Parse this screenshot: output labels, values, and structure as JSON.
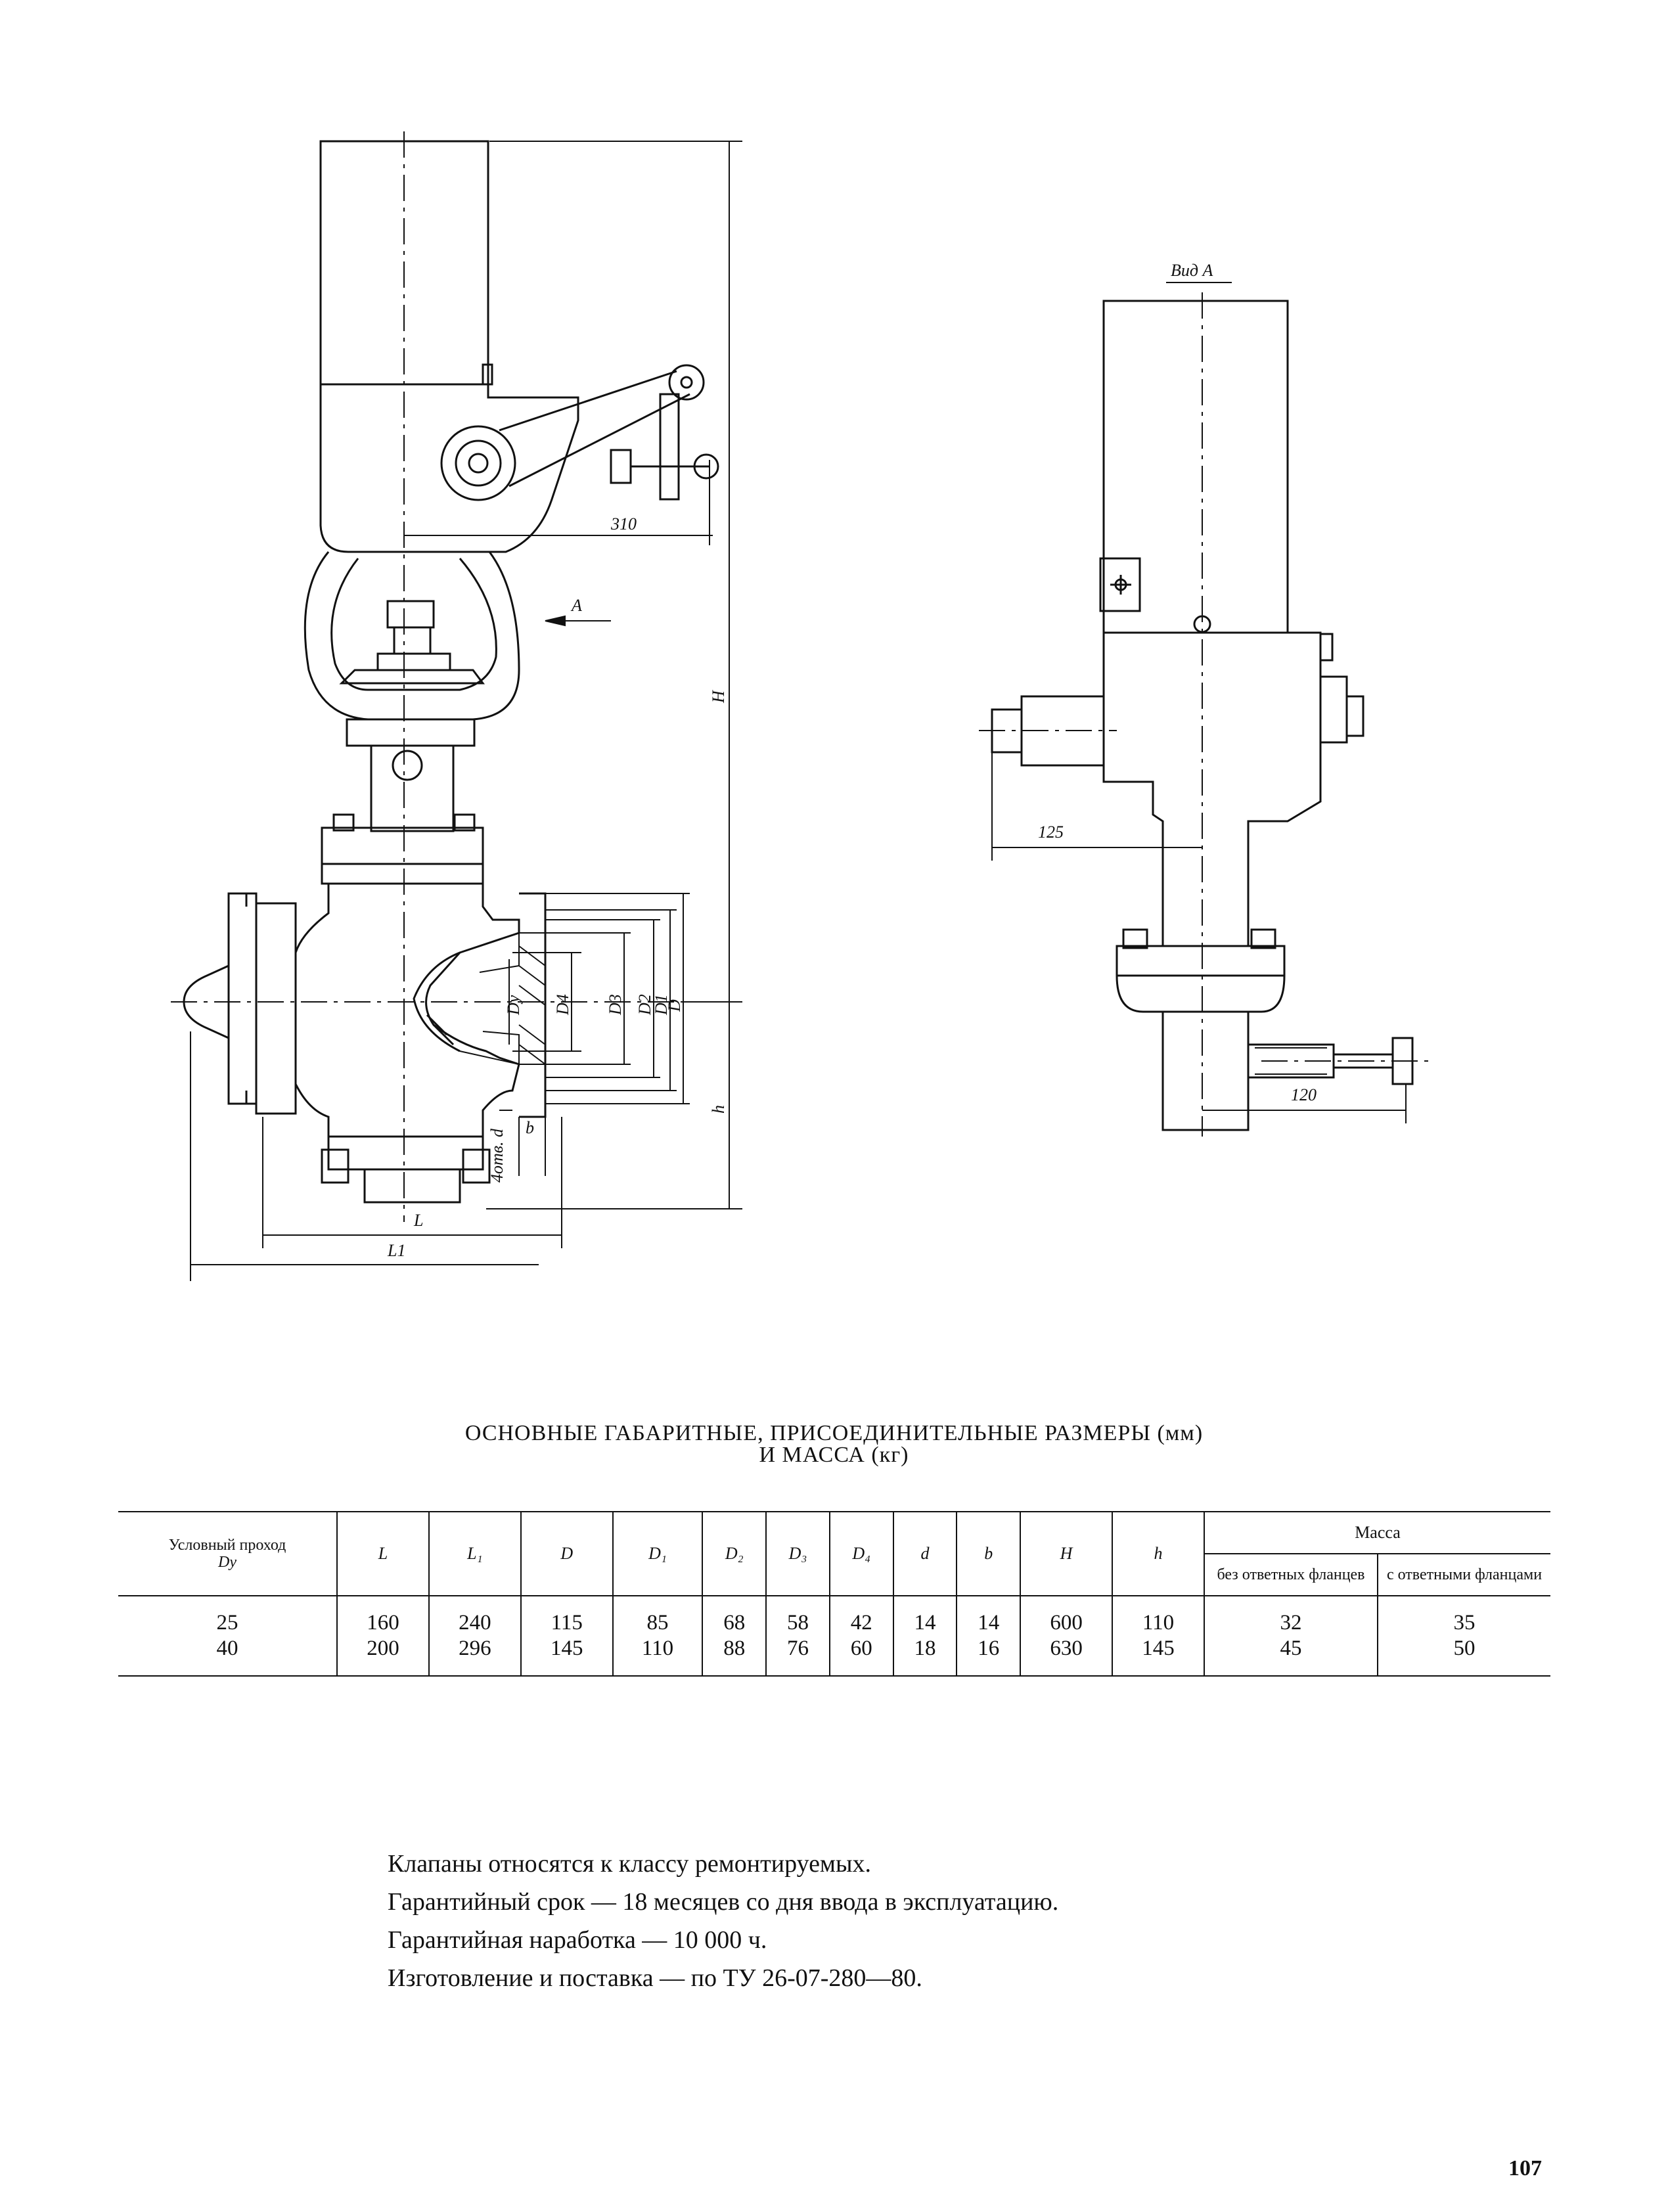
{
  "drawing": {
    "labels": {
      "dim_310": "310",
      "arrow_a": "A",
      "dim_H": "H",
      "dim_h": "h",
      "dim_Dy": "Dy",
      "dim_D4": "D4",
      "dim_D3": "D3",
      "dim_D2": "D2",
      "dim_D1": "D1",
      "dim_D": "D",
      "dim_b": "b",
      "holes": "4отв. d",
      "dim_L": "L",
      "dim_L1": "L1",
      "view_a": "Вид А",
      "dim_125": "125",
      "dim_120": "120"
    }
  },
  "caption": {
    "line1": "ОСНОВНЫЕ ГАБАРИТНЫЕ, ПРИСОЕДИНИТЕЛЬНЫЕ РАЗМЕРЫ (мм)",
    "line2": "И МАССА (кг)"
  },
  "table": {
    "header": {
      "first": "Условный проход",
      "first_sub": "Dy",
      "cols": [
        "L",
        "L₁",
        "D",
        "D₁",
        "D₂",
        "D₃",
        "D₄",
        "d",
        "b",
        "H",
        "h"
      ],
      "mass": "Масса",
      "mass_cols": [
        "без ответных фланцев",
        "с ответными фланцами"
      ]
    },
    "rows": [
      [
        "25",
        "160",
        "240",
        "115",
        "85",
        "68",
        "58",
        "42",
        "14",
        "14",
        "600",
        "110",
        "32",
        "35"
      ],
      [
        "40",
        "200",
        "296",
        "145",
        "110",
        "88",
        "76",
        "60",
        "18",
        "16",
        "630",
        "145",
        "45",
        "50"
      ]
    ]
  },
  "notes": [
    "Клапаны относятся к классу ремонтируемых.",
    "Гарантийный срок — 18 месяцев со дня ввода в эксплуатацию.",
    "Гарантийная наработка — 10 000 ч.",
    "Изготовление и поставка — по ТУ 26-07-280—80."
  ],
  "page_number": "107"
}
